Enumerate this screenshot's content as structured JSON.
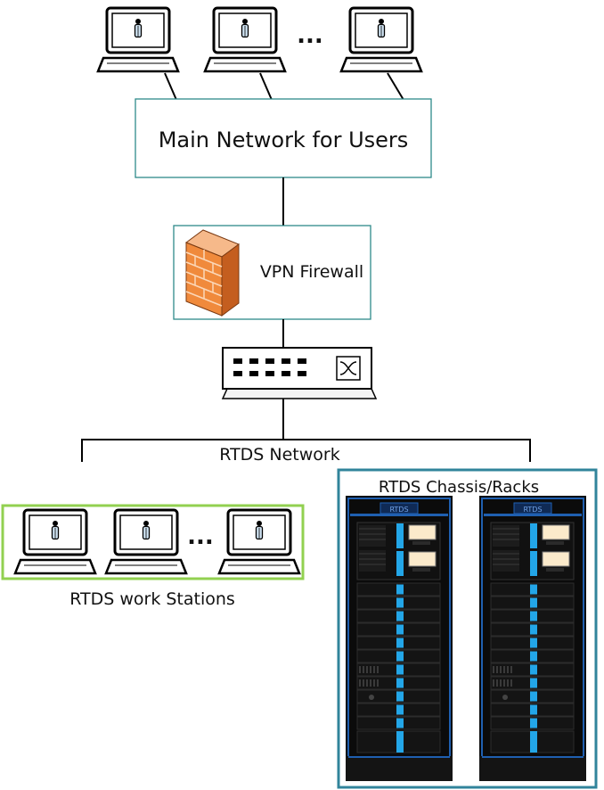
{
  "labels": {
    "main_network": "Main Network for Users",
    "vpn_firewall": "VPN Firewall",
    "rtds_network": "RTDS Network",
    "rtds_chassis": "RTDS Chassis/Racks",
    "rtds_workstations": "RTDS work Stations",
    "ellipsis_top": "...",
    "ellipsis_ws": "...",
    "rack_logo_left": "RTDS",
    "rack_logo_right": "RTDS"
  },
  "colors": {
    "box_border_teal": "#2e8a8a",
    "workstation_border": "#92d050",
    "chassis_border": "#31849b",
    "rack_accent": "#1f5fb0",
    "rack_cyan": "#23a6e8",
    "firewall_orange": "#f08a3c",
    "line": "#000000"
  },
  "icons": {
    "user_laptop": "laptop-icon",
    "firewall": "firewall-brick-icon",
    "switch": "network-switch-icon",
    "rack": "server-rack-icon"
  }
}
